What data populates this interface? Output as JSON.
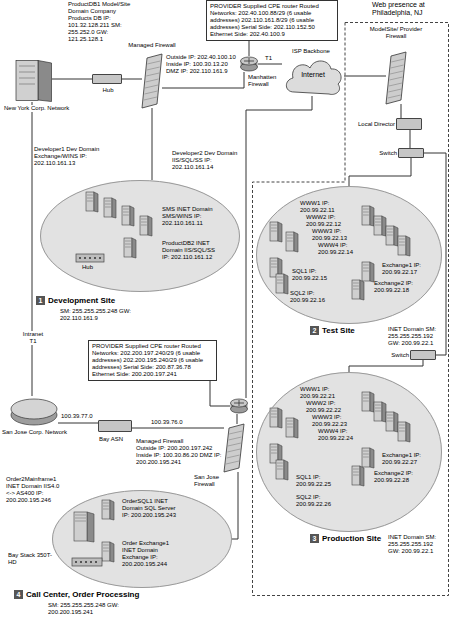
{
  "diagram": {
    "nodes": [
      {
        "text": [
          "ProductDB1 Model/Site Domain Company Products DB IP: 101.32.128.211 SM: 255.252.0 GW: 121.25.128.1",
          "New York Corp. Network"
        ]
      },
      {
        "text": [
          "Hub"
        ]
      },
      {
        "text": [
          "Managed Firewall",
          "Outside IP: 202.40.100.10 Inside IP: 100.30.13.20 DMZ IP: 202.110.161.9"
        ]
      },
      {
        "text": [
          "PROVIDER Supplied CPE router Routed Networks: 202.40.100.88/29 (6 usable addresses) 202.110.161.8/29 (6 usable addresses) Serial Side: 202.110.152.50 Ethernet Side: 202.40.100.9"
        ]
      },
      {
        "text": [
          "Manhatten Firewall"
        ]
      },
      {
        "text": [
          "Internet"
        ]
      },
      {
        "text": [
          "Web presence at Philadelphia, NJ"
        ]
      },
      {
        "text": [
          "ModelSite/ Provider Firewall"
        ],
        "in": 6
      },
      {
        "text": [
          "Local Director"
        ],
        "in": 6
      },
      {
        "text": [
          "Switch"
        ],
        "in": 6
      },
      {
        "text": [
          "2",
          "Test Site",
          "INET Domain SM: 255.255.255.192 GW: 200.99.22.1"
        ],
        "in": 6
      },
      {
        "text": [
          "Switch"
        ],
        "in": 6
      },
      {
        "text": [
          "3",
          "Production Site",
          "INET Domain SM: 255.255.255.192 GW: 200.99.22.1"
        ],
        "in": 6
      },
      {
        "text": [
          "1",
          "Development Site",
          "SM: 255.255.255.248 GW: 202.110.161.9"
        ]
      },
      {
        "text": [
          "PROVIDER Supplied CPE router Routed Networks: 202.200.197.240/29 (6 usable addresses) 202.200.195.240/29 (6 usable addresses) Serial Side: 200.87.36.78 Ethernet Side: 200.200.197.241"
        ]
      },
      {
        "text": [
          "San Jose Firewall"
        ]
      },
      {
        "text": [
          "Managed Firewall",
          "Outside IP: 200.200.197.242 Inside IP: 100.30.86.20 DMZ IP: 200.200.195.241"
        ]
      },
      {
        "text": [
          "San Jose Corp. Network"
        ]
      },
      {
        "text": [
          "Bay ASN"
        ]
      },
      {
        "text": [
          "4",
          "Call Center, Order Processing",
          "SM: 255.255.255.248 GW: 200.200.195.241"
        ]
      }
    ],
    "edges": [
      {
        "from": 0,
        "to": 1,
        "arrow": "none"
      },
      {
        "from": 1,
        "to": 2,
        "arrow": "none"
      },
      {
        "from": 2,
        "to": 4,
        "arrow": "none"
      },
      {
        "from": 3,
        "to": 4,
        "arrow": "none"
      },
      {
        "from": 4,
        "to": 5,
        "label": "T1",
        "arrow": "none"
      },
      {
        "from": 5,
        "to": 7,
        "arrow": "none"
      },
      {
        "from": 7,
        "to": 8,
        "arrow": "none"
      },
      {
        "from": 8,
        "to": 9,
        "arrow": "none"
      },
      {
        "from": 9,
        "to": 10,
        "arrow": "none"
      },
      {
        "from": 9,
        "to": 11,
        "arrow": "none"
      },
      {
        "from": 11,
        "to": 12,
        "arrow": "none"
      },
      {
        "from": 2,
        "to": 13,
        "arrow": "none"
      },
      {
        "from": 0,
        "to": 17,
        "label": "Intranet T1",
        "arrow": "none"
      },
      {
        "from": 15,
        "to": 5,
        "arrow": "none"
      },
      {
        "from": 14,
        "to": 15,
        "arrow": "none"
      },
      {
        "from": 15,
        "to": 16,
        "arrow": "none"
      },
      {
        "from": 17,
        "to": 18,
        "label": "100.39.77.0",
        "arrow": "none"
      },
      {
        "from": 18,
        "to": 16,
        "label": "100.39.76.0",
        "arrow": "none"
      },
      {
        "from": 16,
        "to": 19,
        "arrow": "none"
      }
    ],
    "labels": [
      "ISP Backbone",
      "Developer1 Dev Domain Exchange/WINS IP: 202.110.161.13",
      "Developer2 Dev Domain IIS/SQL/SS IP: 202.110.161.14",
      "SMS INET Domain SMS/WINS IP: 202.110.161.11",
      "ProductDB2 INET Domain IIS/SQL/SS IP: 202.110.161.12",
      "Hub",
      "WWW1 IP: 200.99.22.11",
      "WWW2 IP: 200.99.22.12",
      "WWW3 IP: 200.99.22.13",
      "WWW4 IP: 200.99.22.14",
      "Exchange1 IP: 200.99.22.17",
      "Exchange2 IP: 200.99.22.18",
      "SQL1 IP: 200.99.22.15",
      "SQL2 IP: 200.99.22.16",
      "WWW1 IP: 200.99.22.21",
      "WWW2 IP: 200.99.22.22",
      "WWW3 IP: 200.99.22.23",
      "WWW4 IP: 200.99.22.24",
      "Exchange1 IP: 200.99.22.27",
      "Exchange2 IP: 200.99.22.28",
      "SQL1 IP: 200.99.22.25",
      "SQL2 IP: 200.99.22.26",
      "Order2Mainframe1 INET Domain IIS4.0 <-> AS400 IP: 200.200.195.246",
      "OrderSQL1 INET Domain SQL Server IP: 200.200.195.243",
      "Order Exchange1 INET Domain Exchange IP: 200.200.195.244",
      "Bay Stack 350T-HD"
    ]
  }
}
